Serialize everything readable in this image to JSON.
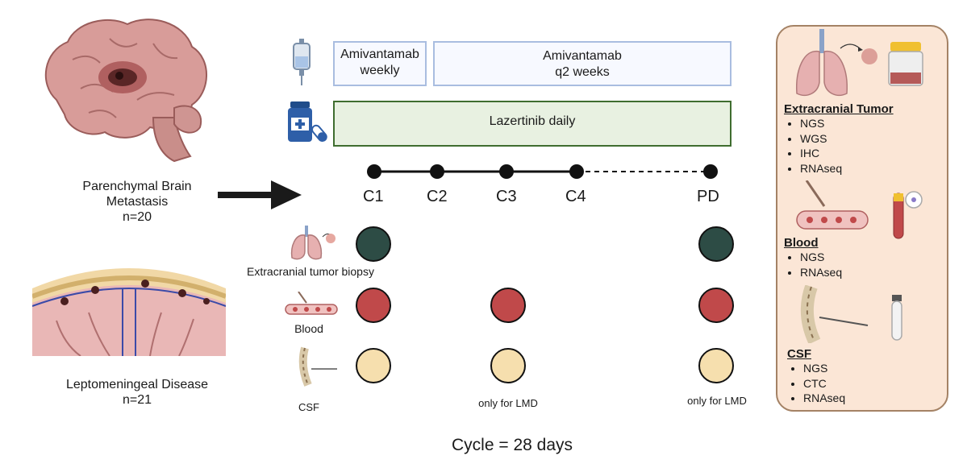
{
  "left": {
    "parenchymal": {
      "line1": "Parenchymal Brain",
      "line2": "Metastasis",
      "line3": "n=20"
    },
    "lmd": {
      "line1": "Leptomeningeal Disease",
      "line2": "n=21"
    }
  },
  "treatment": {
    "amivantamab_weekly": {
      "line1": "Amivantamab",
      "line2": "weekly"
    },
    "amivantamab_q2": {
      "line1": "Amivantamab",
      "line2": "q2 weeks"
    },
    "lazertinib": "Lazertinib daily"
  },
  "timeline": {
    "cycles": [
      "C1",
      "C2",
      "C3",
      "C4",
      "PD"
    ]
  },
  "samples": {
    "tumor_label": "Extracranial tumor biopsy",
    "blood_label": "Blood",
    "csf_label": "CSF",
    "csf_note_c3": "only for LMD",
    "csf_note_pd": "only for LMD"
  },
  "footer": "Cycle = 28 days",
  "panel": {
    "tumor": {
      "title": "Extracranial Tumor",
      "items": [
        "NGS",
        "WGS",
        "IHC",
        "RNAseq"
      ]
    },
    "blood": {
      "title": "Blood",
      "items": [
        "NGS",
        "RNAseq"
      ]
    },
    "csf": {
      "title": "CSF",
      "items": [
        "NGS",
        "CTC",
        "RNAseq"
      ]
    }
  },
  "colors": {
    "tumor": "#2d4c45",
    "blood": "#c0494a",
    "csf": "#f6dfae",
    "panel_bg": "#fbe6d6"
  }
}
